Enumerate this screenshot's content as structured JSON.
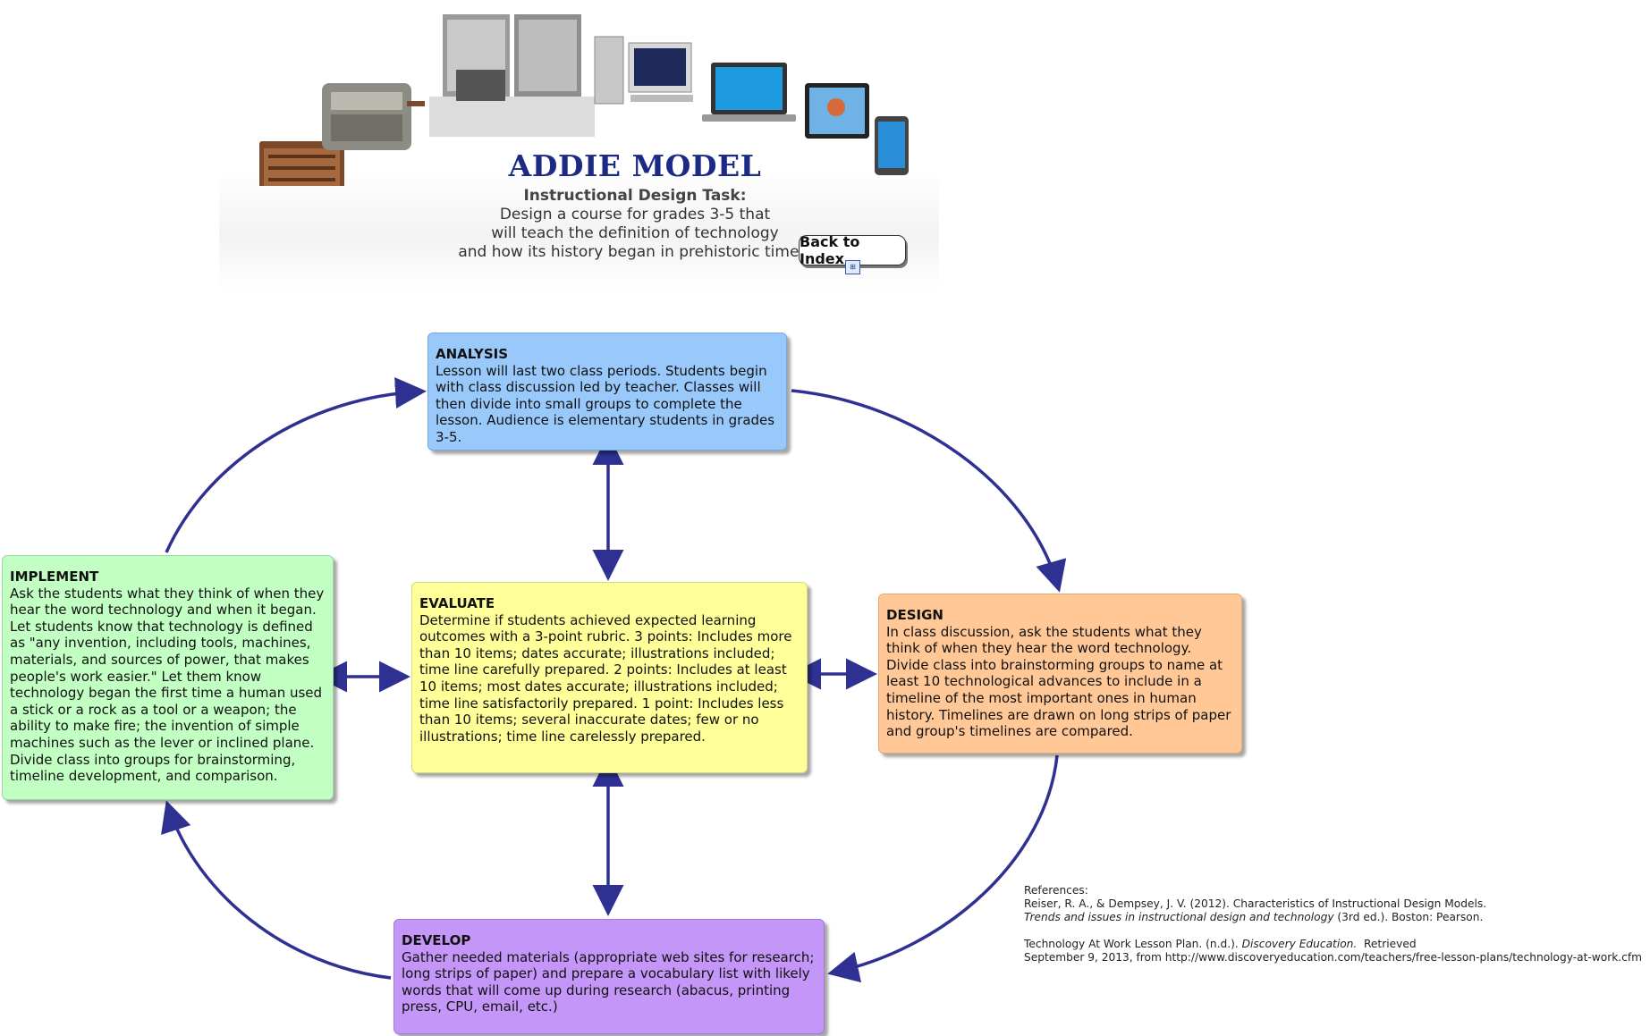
{
  "header": {
    "title": "ADDIE MODEL",
    "subtitle": "Instructional Design Task:",
    "task": "Design a course for grades 3-5 that\nwill teach the definition of technology\nand how its history began in prehistoric times.",
    "back_button": "Back to Index"
  },
  "boxes": {
    "analysis": {
      "label": "ANALYSIS",
      "text": "Lesson will last two class periods. Students begin with class discussion led by teacher. Classes will then divide into small groups to complete the lesson. Audience is elementary students in grades 3-5."
    },
    "evaluate": {
      "label": "EVALUATE",
      "text": "Determine if students achieved expected learning outcomes with a 3-point rubric. 3 points: Includes more than 10 items; dates accurate; illustrations included; time line carefully prepared. 2 points: Includes at least 10 items; most dates accurate; illustrations included; time line satisfactorily prepared. 1 point: Includes less than 10 items; several inaccurate dates; few or no illustrations; time line carelessly prepared."
    },
    "implement": {
      "label": "IMPLEMENT",
      "text": "Ask the students what they think of when they hear the word technology and when it began. Let students know that technology is defined as \"any invention, including tools, machines, materials, and sources of power, that makes people's work easier.\" Let them know technology began the first time a human used a stick or a rock as a tool or a weapon; the ability to make fire; the invention of simple machines such as the lever or inclined plane. Divide class into groups for brainstorming, timeline development, and comparison."
    },
    "design": {
      "label": "DESIGN",
      "text": "In class discussion, ask the students what they think of when they hear the word technology. Divide class into brainstorming groups to name at least 10 technological advances to include in a timeline of the most important ones in human history. Timelines are drawn on long strips of paper and group's timelines are compared."
    },
    "develop": {
      "label": "DEVELOP",
      "text": "Gather needed materials (appropriate web sites for research; long strips of paper) and prepare a vocabulary list with likely words that will come up during research (abacus, printing press, CPU, email, etc.)"
    }
  },
  "references": {
    "heading": "References:",
    "ref1_line1": "Reiser, R. A., & Dempsey, J. V. (2012). Characteristics of Instructional Design Models.",
    "ref1_title": "Trends and issues in instructional design and technology",
    "ref1_rest": " (3rd ed.). Boston: Pearson.",
    "ref2_prefix": "Technology At Work Lesson Plan. (n.d.). ",
    "ref2_source": "Discovery Education.",
    "ref2_retrieved": "  Retrieved",
    "ref2_line2": "September 9, 2013, from http://www.discoveryeducation.com/teachers/free-lesson-plans/technology-at-work.cfm"
  },
  "colors": {
    "arrow": "#2e3191",
    "title": "#1c2a86",
    "analysis": "#99c8fa",
    "evaluate": "#ffff99",
    "implement": "#c2ffc2",
    "design": "#ffc896",
    "develop": "#c396f8"
  }
}
